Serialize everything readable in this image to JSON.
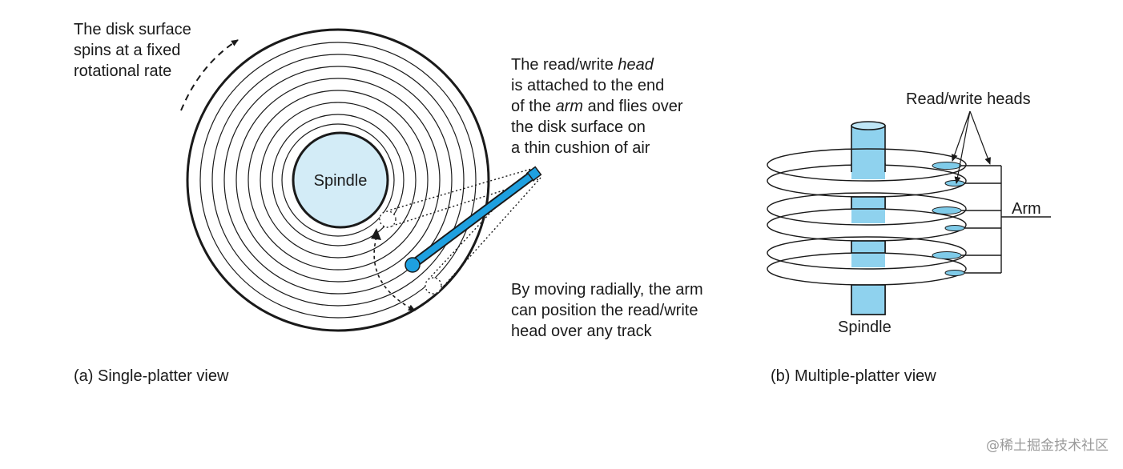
{
  "panel_a": {
    "spin_note": [
      "The disk surface",
      "spins at a fixed",
      "rotational rate"
    ],
    "spindle_label": "Spindle",
    "head_note": {
      "line1_prefix": "The read/write ",
      "line1_emph": "head",
      "line2": "is attached to the end",
      "line3_prefix": "of the ",
      "line3_emph": "arm",
      "line3_suffix": " and flies over",
      "line4": "the disk surface on",
      "line5": "a thin cushion of air"
    },
    "move_note": [
      "By moving radially, the arm",
      "can position the read/write",
      "head over any track"
    ],
    "caption": "(a) Single-platter view"
  },
  "panel_b": {
    "heads_label": "Read/write heads",
    "arm_label": "Arm",
    "spindle_label": "Spindle",
    "caption": "(b) Multiple-platter view"
  },
  "watermark": "@稀土掘金技术社区",
  "colors": {
    "spindle_fill": "#d3ecf7",
    "arm_blue": "#1ea0e0",
    "head_blue": "#7fcbe9",
    "line": "#1a1a1a"
  }
}
